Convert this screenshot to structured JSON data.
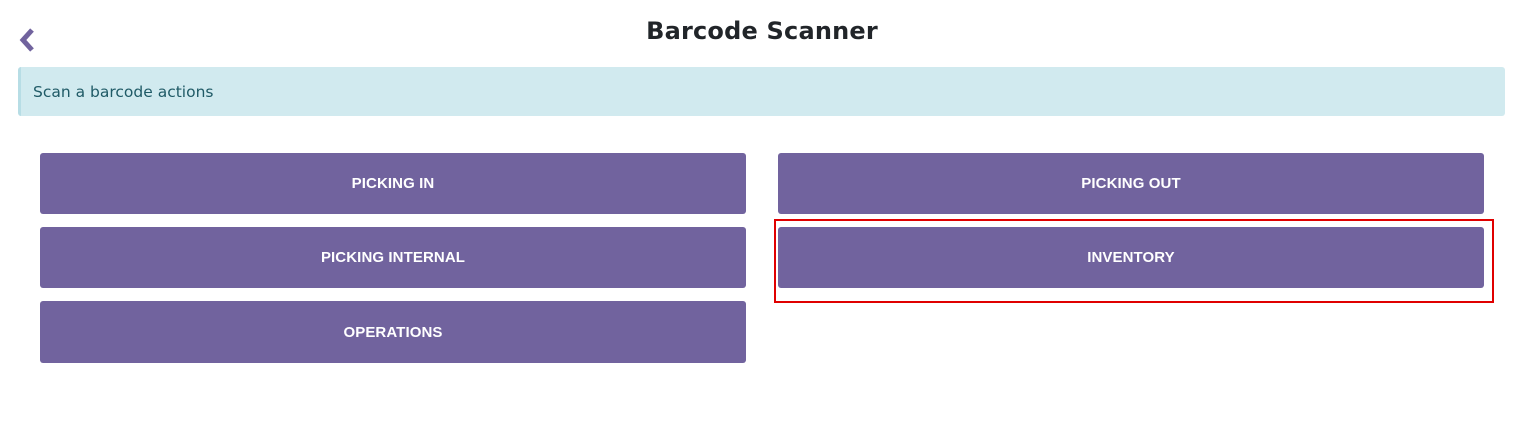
{
  "header": {
    "title": "Barcode Scanner",
    "back_icon": "chevron-left-icon"
  },
  "alert": {
    "text": "Scan a barcode actions"
  },
  "actions": [
    {
      "label": "PICKING IN"
    },
    {
      "label": "PICKING OUT"
    },
    {
      "label": "PICKING INTERNAL"
    },
    {
      "label": "INVENTORY",
      "highlighted": true
    },
    {
      "label": "OPERATIONS"
    }
  ],
  "colors": {
    "button_bg": "#71639e",
    "alert_bg": "#d1eaef",
    "alert_text": "#1f5a66",
    "back_icon": "#71639e",
    "highlight_border": "#e00000"
  }
}
